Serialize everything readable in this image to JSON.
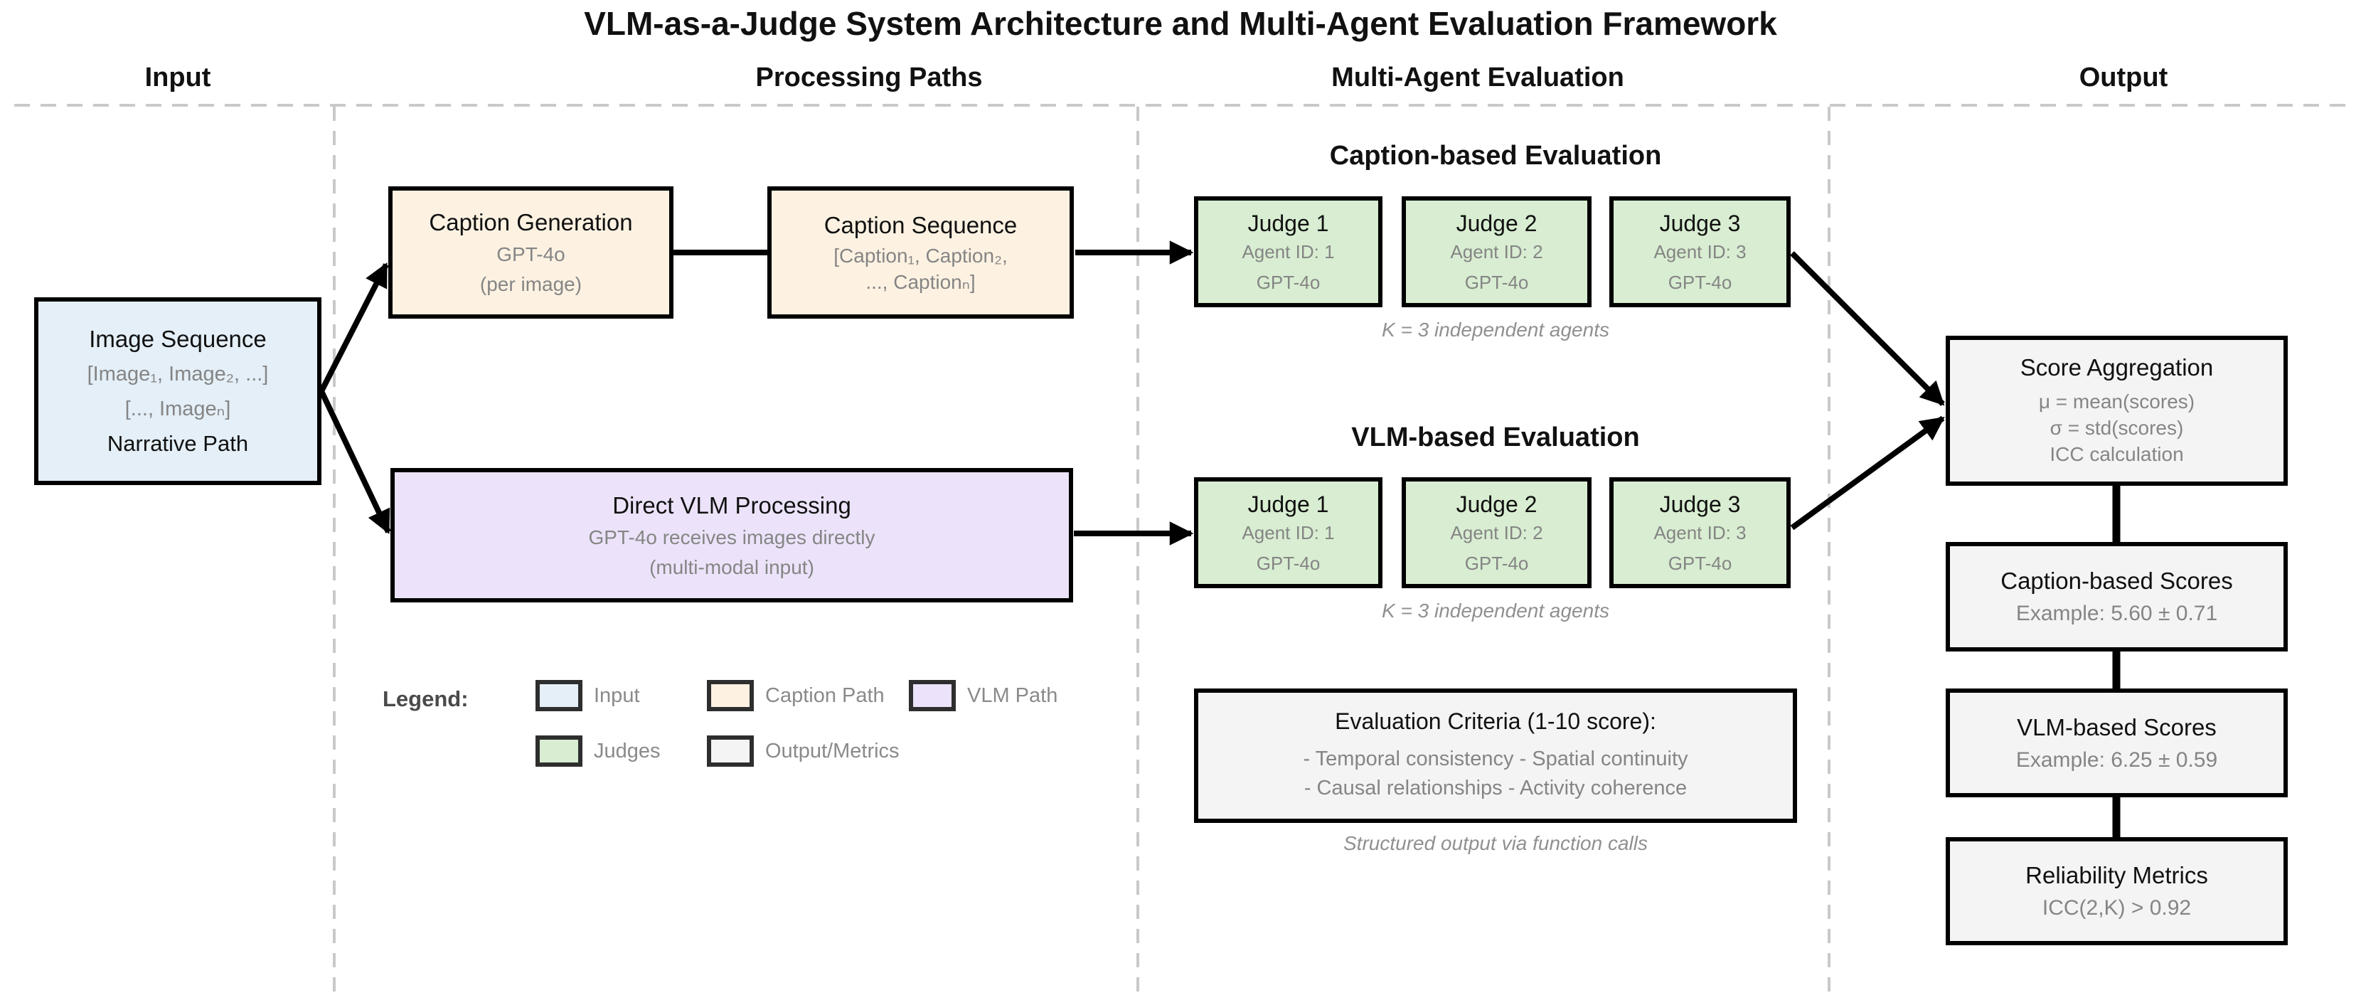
{
  "title": "VLM-as-a-Judge System Architecture and Multi-Agent Evaluation Framework",
  "columns": [
    {
      "label": "Input"
    },
    {
      "label": "Processing Paths"
    },
    {
      "label": "Multi-Agent Evaluation"
    },
    {
      "label": "Output"
    }
  ],
  "colors": {
    "input": "#e4eff7",
    "caption": "#fdf2e2",
    "vlm": "#ece3fa",
    "judges": "#d8edd1",
    "output": "#f4f4f4"
  },
  "input_box": {
    "title": "Image Sequence",
    "line1": "[Image₁, Image₂, ...]",
    "line2": "[..., Imageₙ]",
    "footer": "Narrative Path"
  },
  "caption_generation": {
    "title": "Caption Generation",
    "line1": "GPT-4o",
    "line2": "(per image)"
  },
  "caption_sequence": {
    "title": "Caption Sequence",
    "line1": "[Caption₁, Caption₂,",
    "line2": "..., Captionₙ]"
  },
  "direct_vlm": {
    "title": "Direct VLM Processing",
    "line1": "GPT-4o receives images directly",
    "line2": "(multi-modal input)"
  },
  "caption_eval": {
    "heading": "Caption-based Evaluation",
    "judges": [
      {
        "title": "Judge 1",
        "agent": "Agent ID: 1",
        "model": "GPT-4o"
      },
      {
        "title": "Judge 2",
        "agent": "Agent ID: 2",
        "model": "GPT-4o"
      },
      {
        "title": "Judge 3",
        "agent": "Agent ID: 3",
        "model": "GPT-4o"
      }
    ],
    "note": "K = 3 independent agents"
  },
  "vlm_eval": {
    "heading": "VLM-based Evaluation",
    "judges": [
      {
        "title": "Judge 1",
        "agent": "Agent ID: 1",
        "model": "GPT-4o"
      },
      {
        "title": "Judge 2",
        "agent": "Agent ID: 2",
        "model": "GPT-4o"
      },
      {
        "title": "Judge 3",
        "agent": "Agent ID: 3",
        "model": "GPT-4o"
      }
    ],
    "note": "K = 3 independent agents"
  },
  "criteria": {
    "title": "Evaluation Criteria (1-10 score):",
    "line1": "- Temporal consistency - Spatial continuity",
    "line2": "- Causal relationships - Activity coherence",
    "note": "Structured output via function calls"
  },
  "outputs": {
    "score_aggregation": {
      "title": "Score Aggregation",
      "line1": "μ = mean(scores)",
      "line2": "σ = std(scores)",
      "line3": "ICC calculation"
    },
    "caption_scores": {
      "title": "Caption-based Scores",
      "line": "Example: 5.60 ± 0.71"
    },
    "vlm_scores": {
      "title": "VLM-based Scores",
      "line": "Example: 6.25 ± 0.59"
    },
    "reliability": {
      "title": "Reliability Metrics",
      "line": "ICC(2,K) > 0.92"
    }
  },
  "legend": {
    "label": "Legend:",
    "items": [
      {
        "label": "Input",
        "color": "#e4eff7"
      },
      {
        "label": "Caption Path",
        "color": "#fdf2e2"
      },
      {
        "label": "VLM Path",
        "color": "#ece3fa"
      },
      {
        "label": "Judges",
        "color": "#d8edd1"
      },
      {
        "label": "Output/Metrics",
        "color": "#f4f4f4"
      }
    ]
  }
}
